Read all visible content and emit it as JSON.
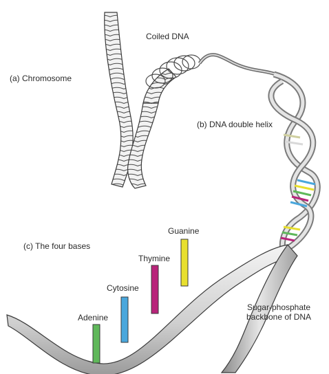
{
  "labels": {
    "chromosome": "(a) Chromosome",
    "coiled_dna": "Coiled DNA",
    "double_helix": "(b) DNA double helix",
    "four_bases": "(c) The four bases",
    "backbone_line1": "Sugar-phosphate",
    "backbone_line2": "backbone of DNA"
  },
  "bases": [
    {
      "name": "Adenine",
      "color": "#5fb85a"
    },
    {
      "name": "Cytosine",
      "color": "#4aa7dc"
    },
    {
      "name": "Thymine",
      "color": "#b8247a"
    },
    {
      "name": "Guanine",
      "color": "#e8df2e"
    }
  ],
  "colors": {
    "outline": "#3a3a3a",
    "ribbon_light": "#e9e9e9",
    "ribbon_dark": "#9a9a9a"
  }
}
